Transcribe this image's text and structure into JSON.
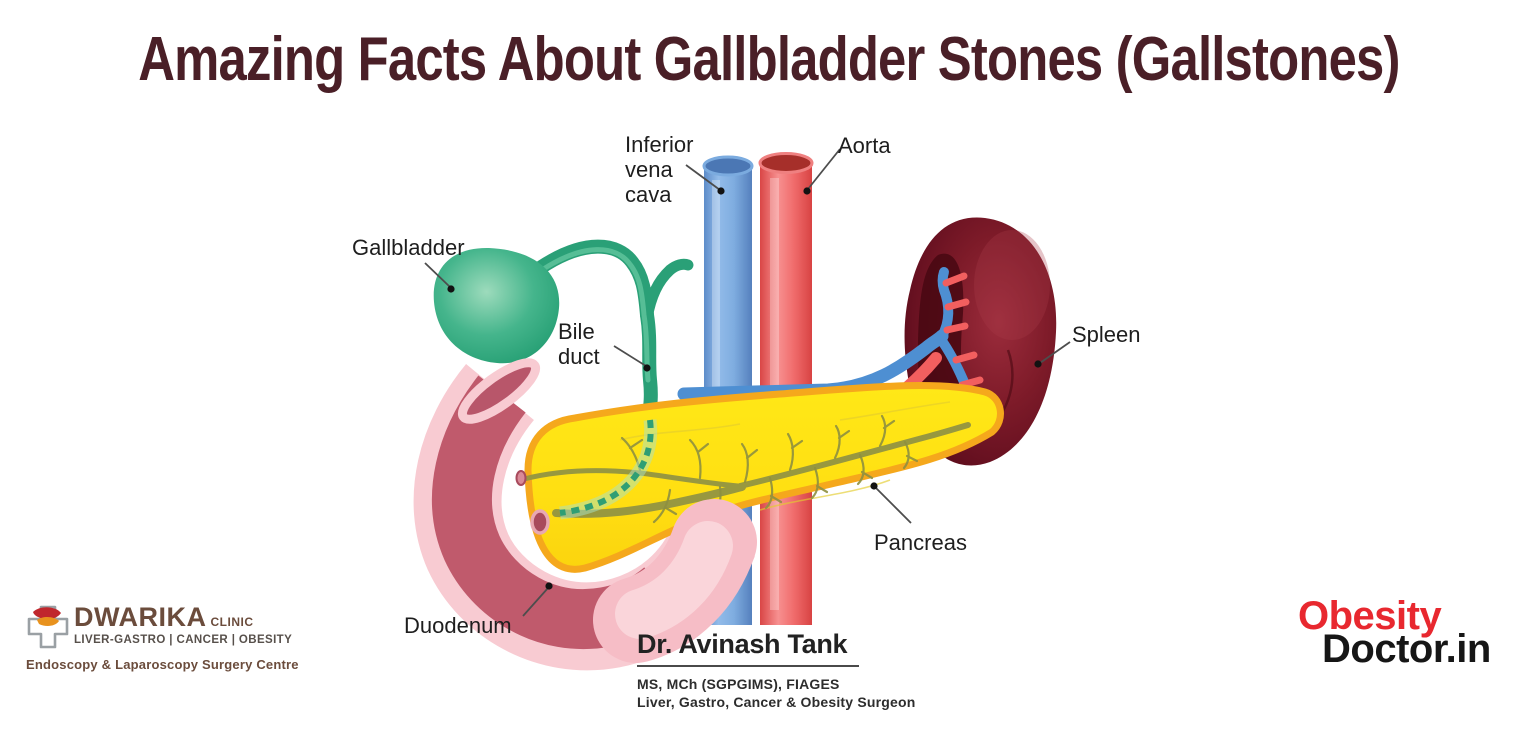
{
  "title": "Amazing Facts About Gallbladder Stones (Gallstones)",
  "anatomy_labels": {
    "inferior_vena_cava": "Inferior\nvena\ncava",
    "aorta": "Aorta",
    "gallbladder": "Gallbladder",
    "bile_duct": "Bile\nduct",
    "spleen": "Spleen",
    "pancreas": "Pancreas",
    "duodenum": "Duodenum"
  },
  "doctor": {
    "name": "Dr. Avinash Tank",
    "credentials": "MS, MCh (SGPGIMS), FIAGES",
    "specialty": "Liver, Gastro, Cancer & Obesity Surgeon"
  },
  "clinic_logo": {
    "name": "DWARIKA",
    "type": "CLINIC",
    "services": "LIVER-GASTRO | CANCER | OBESITY",
    "subtitle": "Endoscopy & Laparoscopy Surgery Centre"
  },
  "brand_logo": {
    "line1": "Obesity",
    "line2": "Doctor.in"
  },
  "colors": {
    "title_maroon": "#4a1f27",
    "gallbladder_green": "#35ab80",
    "vena_cava_blue": "#7aabde",
    "aorta_red": "#f15f5f",
    "spleen_maroon": "#6e1420",
    "pancreas_yellow": "#ffdf12",
    "pancreas_orange_rim": "#f5a81c",
    "duodenum_pink": "#f8cbd2",
    "duodenum_inner_pink": "#c05a6c",
    "obesity_red": "#e8282f",
    "clinic_brown": "#6b4c3c"
  }
}
